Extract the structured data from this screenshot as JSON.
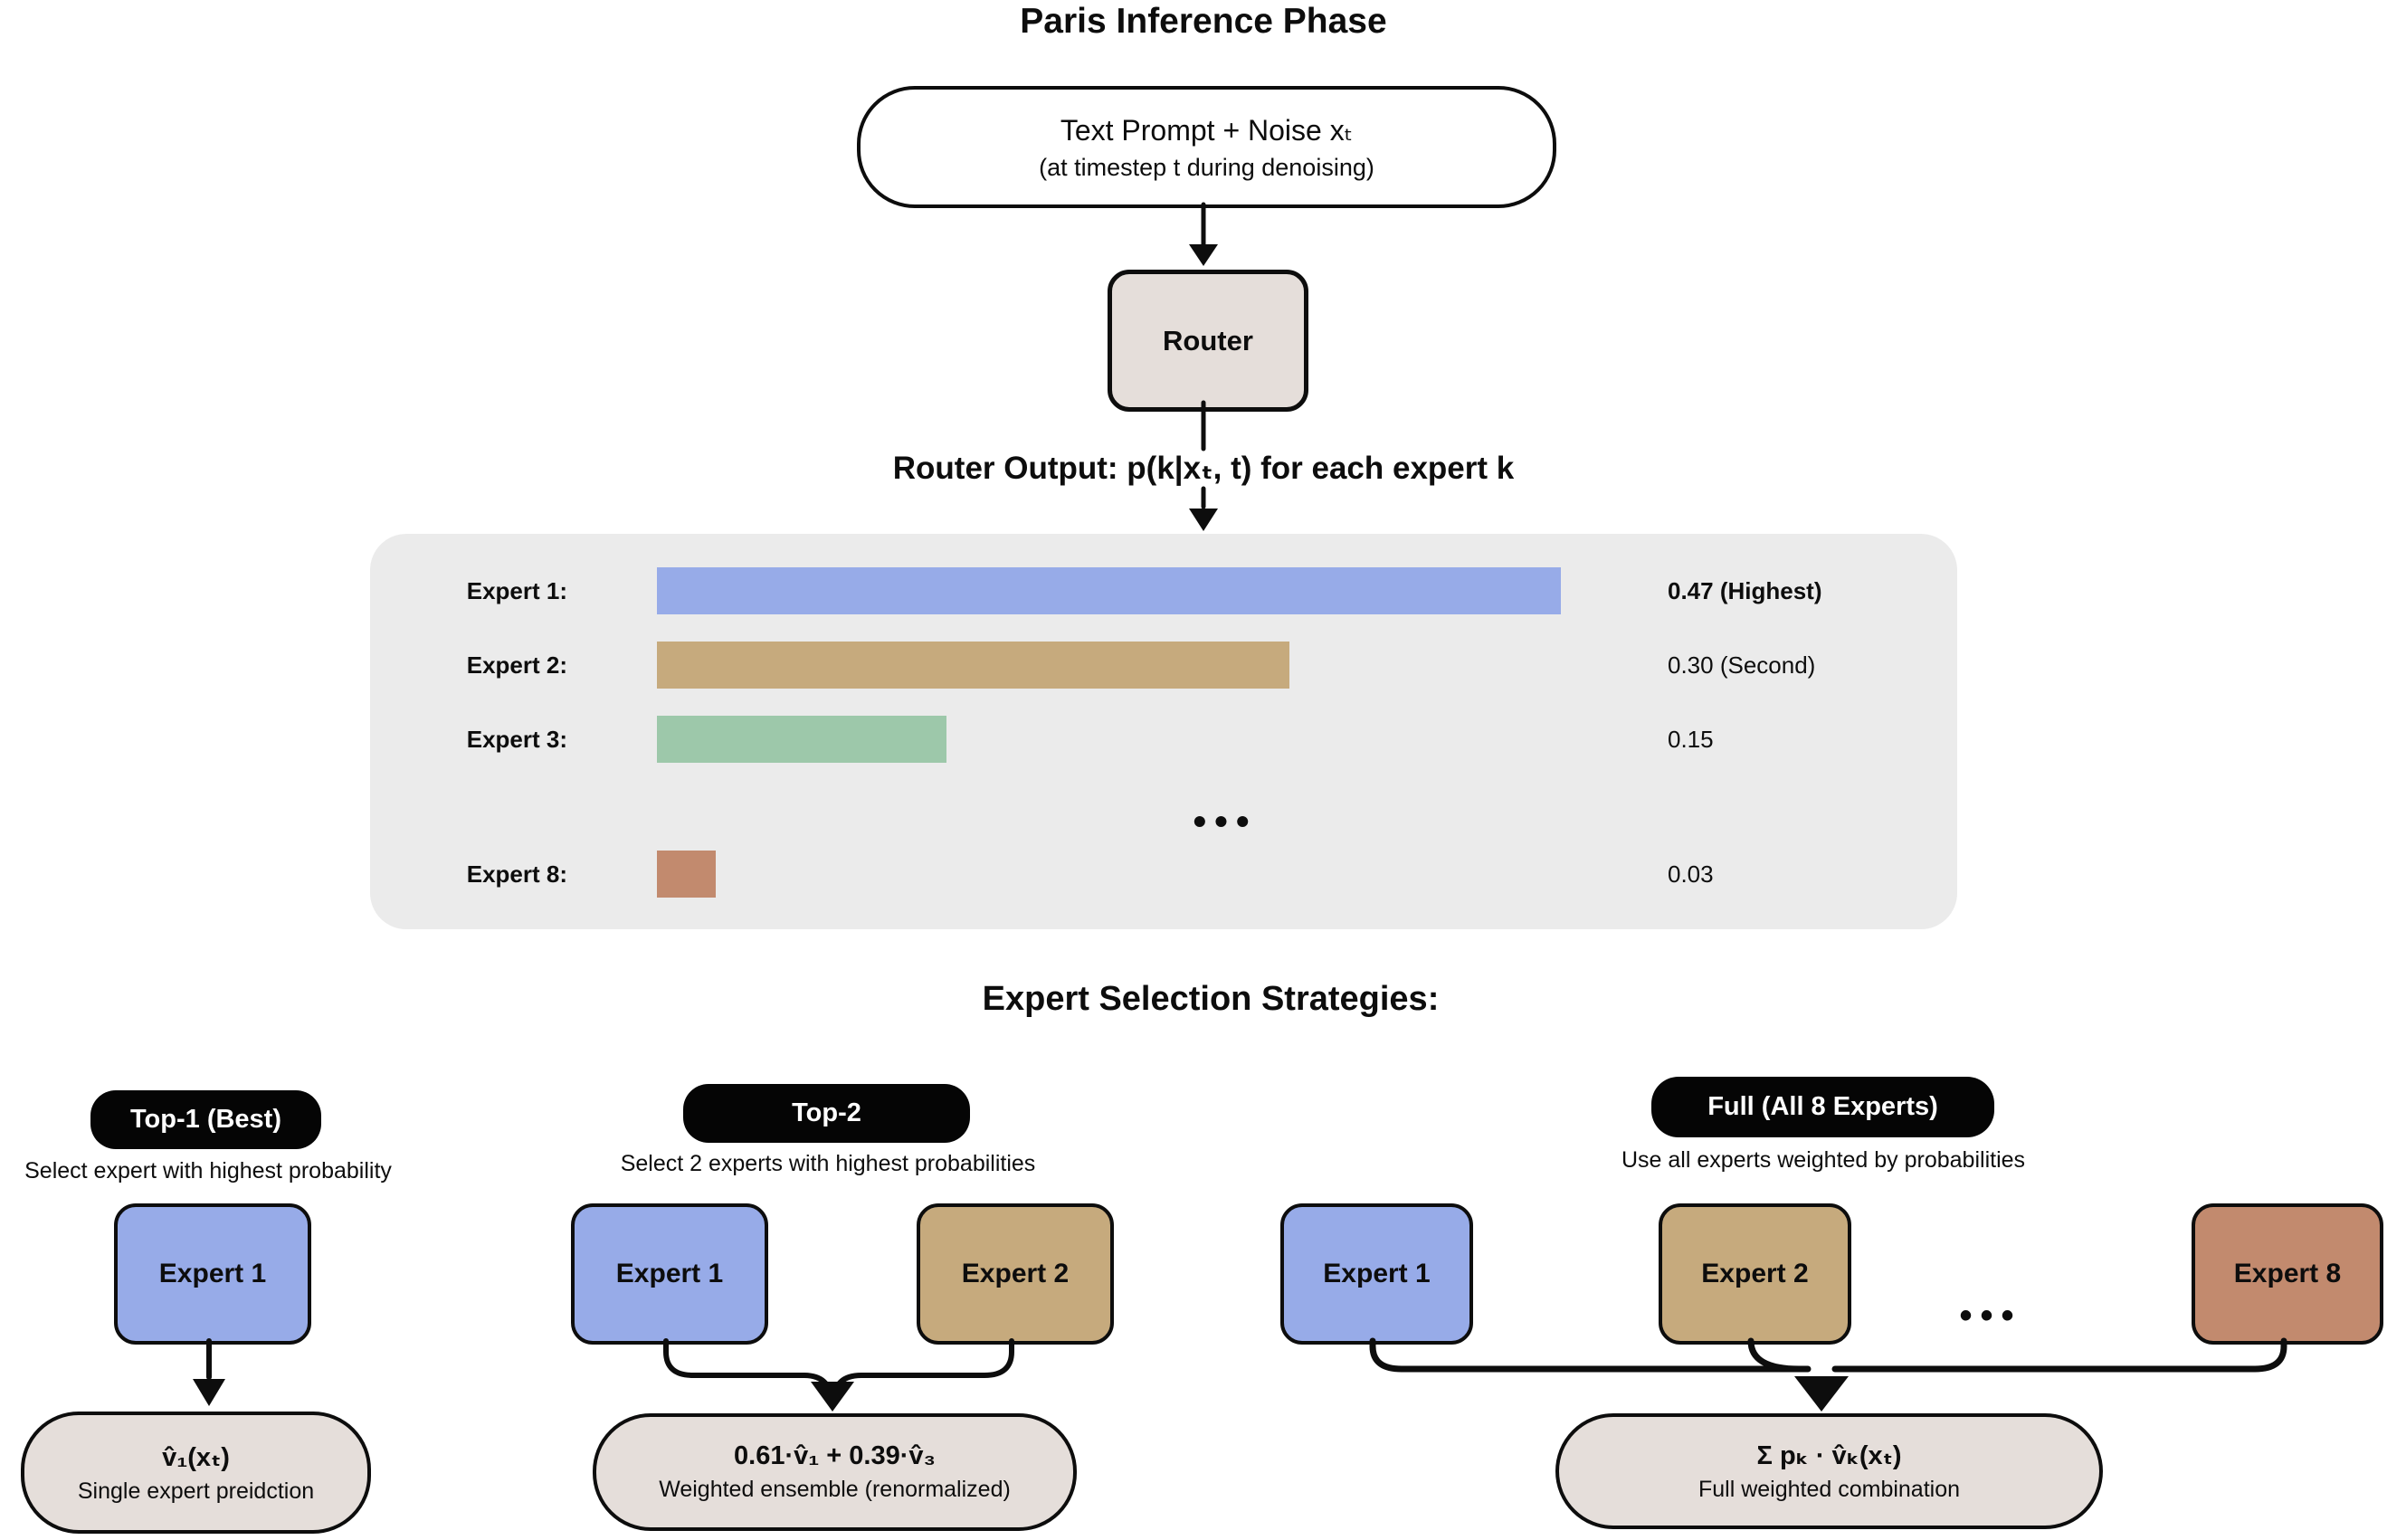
{
  "title": "Paris Inference Phase",
  "colors": {
    "expert1_blue": "#97ABE8",
    "expert2_tan": "#C6AA7D",
    "expert3_green": "#9DC8AA",
    "expert8_salmon": "#C28A6E",
    "panel_gray": "#EBEBEB",
    "node_fill": "#E5DEDA",
    "pill_black": "#050505",
    "outline_black": "#0d0d0d"
  },
  "input_node": {
    "line1": "Text Prompt + Noise xₜ",
    "line2": "(at timestep t during denoising)"
  },
  "router_label": "Router",
  "router_output_label": "Router Output: p(k|xₜ, t) for each expert k",
  "router_panel": {
    "ellipsis": "•••",
    "experts": [
      {
        "label": "Expert 1:",
        "value": 0.47,
        "value_label": "0.47 (Highest)",
        "bar_ratio": 1.0,
        "color": "#97ABE8"
      },
      {
        "label": "Expert 2:",
        "value": 0.3,
        "value_label": "0.30 (Second)",
        "bar_ratio": 0.7,
        "color": "#C6AA7D"
      },
      {
        "label": "Expert 3:",
        "value": 0.15,
        "value_label": "0.15",
        "bar_ratio": 0.32,
        "color": "#9DC8AA"
      },
      {
        "label": "Expert 8:",
        "value": 0.03,
        "value_label": "0.03",
        "bar_ratio": 0.065,
        "color": "#C28A6E"
      }
    ]
  },
  "strategies_heading": "Expert Selection Strategies:",
  "strategies": {
    "top1": {
      "pill": "Top-1 (Best)",
      "desc": "Select expert with highest probability",
      "box1": "Expert 1",
      "result_formula": "v̂₁(xₜ)",
      "result_caption": "Single expert preidction"
    },
    "top2": {
      "pill": "Top-2",
      "desc": "Select 2 experts with highest probabilities",
      "box1": "Expert 1",
      "box2": "Expert 2",
      "result_formula": "0.61·v̂₁ + 0.39·v̂₃",
      "result_caption": "Weighted ensemble (renormalized)"
    },
    "full": {
      "pill": "Full (All 8 Experts)",
      "desc": "Use all experts weighted by probabilities",
      "box1": "Expert 1",
      "box2": "Expert 2",
      "ellipsis": "•••",
      "box8": "Expert 8",
      "result_formula": "Σ pₖ · v̂ₖ(xₜ)",
      "result_caption": "Full weighted combination"
    }
  }
}
